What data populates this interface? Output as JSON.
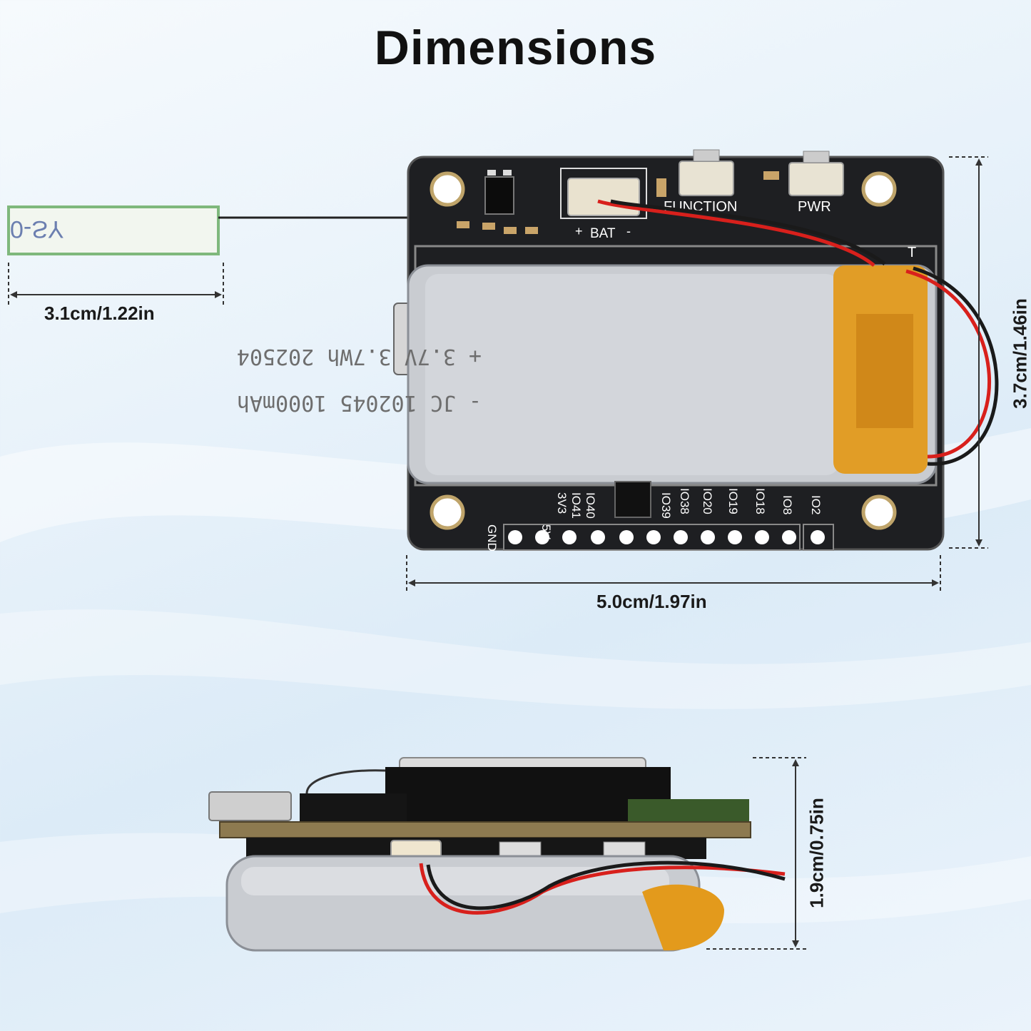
{
  "title": "Dimensions",
  "dimensions": {
    "antenna_length": "3.1cm/1.22in",
    "board_width": "5.0cm/1.97in",
    "board_height": "3.7cm/1.46in",
    "assembly_thickness": "1.9cm/0.75in"
  },
  "antenna": {
    "label": "0-SY"
  },
  "board": {
    "connector_label": "BAT",
    "polarity_plus": "+",
    "polarity_minus": "-",
    "button_function": "FUNCTION",
    "button_power": "PWR",
    "side_label": "T",
    "pins": [
      "5V",
      "3V3",
      "IO41",
      "IO40",
      "IO39",
      "IO38",
      "IO20",
      "IO19",
      "IO18",
      "IO8",
      "IO2"
    ],
    "gnd_label": "GND"
  },
  "battery": {
    "line1": "+ 3.7V 3.7Wh 202504",
    "line2": "- JC 102045 1000mAh"
  },
  "colors": {
    "pcb": "#1e1f22",
    "battery_silver": "#c9ccd1",
    "kapton": "#e39a1c",
    "wire_red": "#d8201c",
    "antenna_green": "#8cc68a"
  }
}
